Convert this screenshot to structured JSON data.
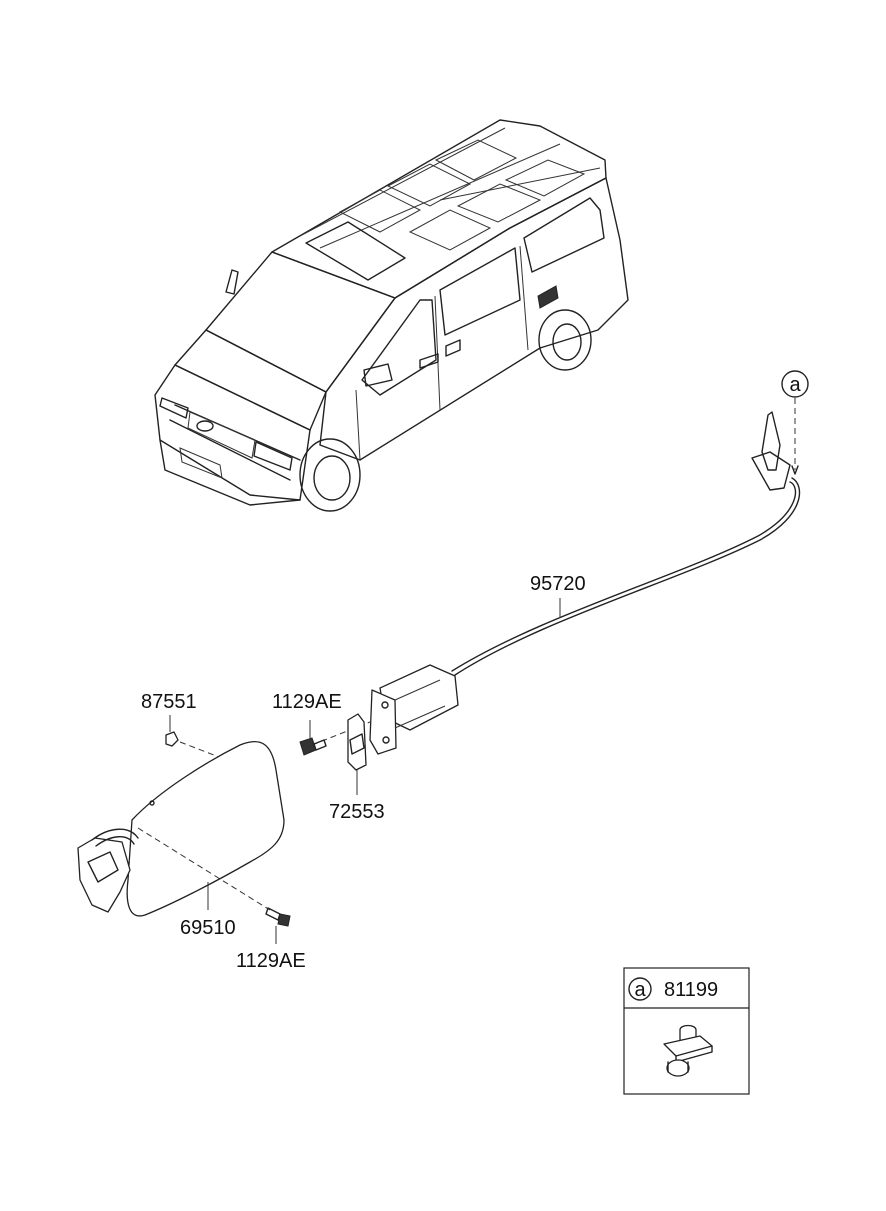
{
  "callouts": {
    "ref_a": "a",
    "p95720": "95720",
    "p87551": "87551",
    "p1129ae_top": "1129AE",
    "p72553": "72553",
    "p69510": "69510",
    "p1129ae_bottom": "1129AE"
  },
  "legend": {
    "ref": "a",
    "part_number": "81199"
  },
  "icons": [
    "van-illustration",
    "fuel-filler-door",
    "fuel-lid-opener-cable",
    "clip-81199",
    "bolt-icon",
    "bumper-icon",
    "striker-plate"
  ],
  "colors": {
    "line": "#222222",
    "background": "#ffffff"
  }
}
